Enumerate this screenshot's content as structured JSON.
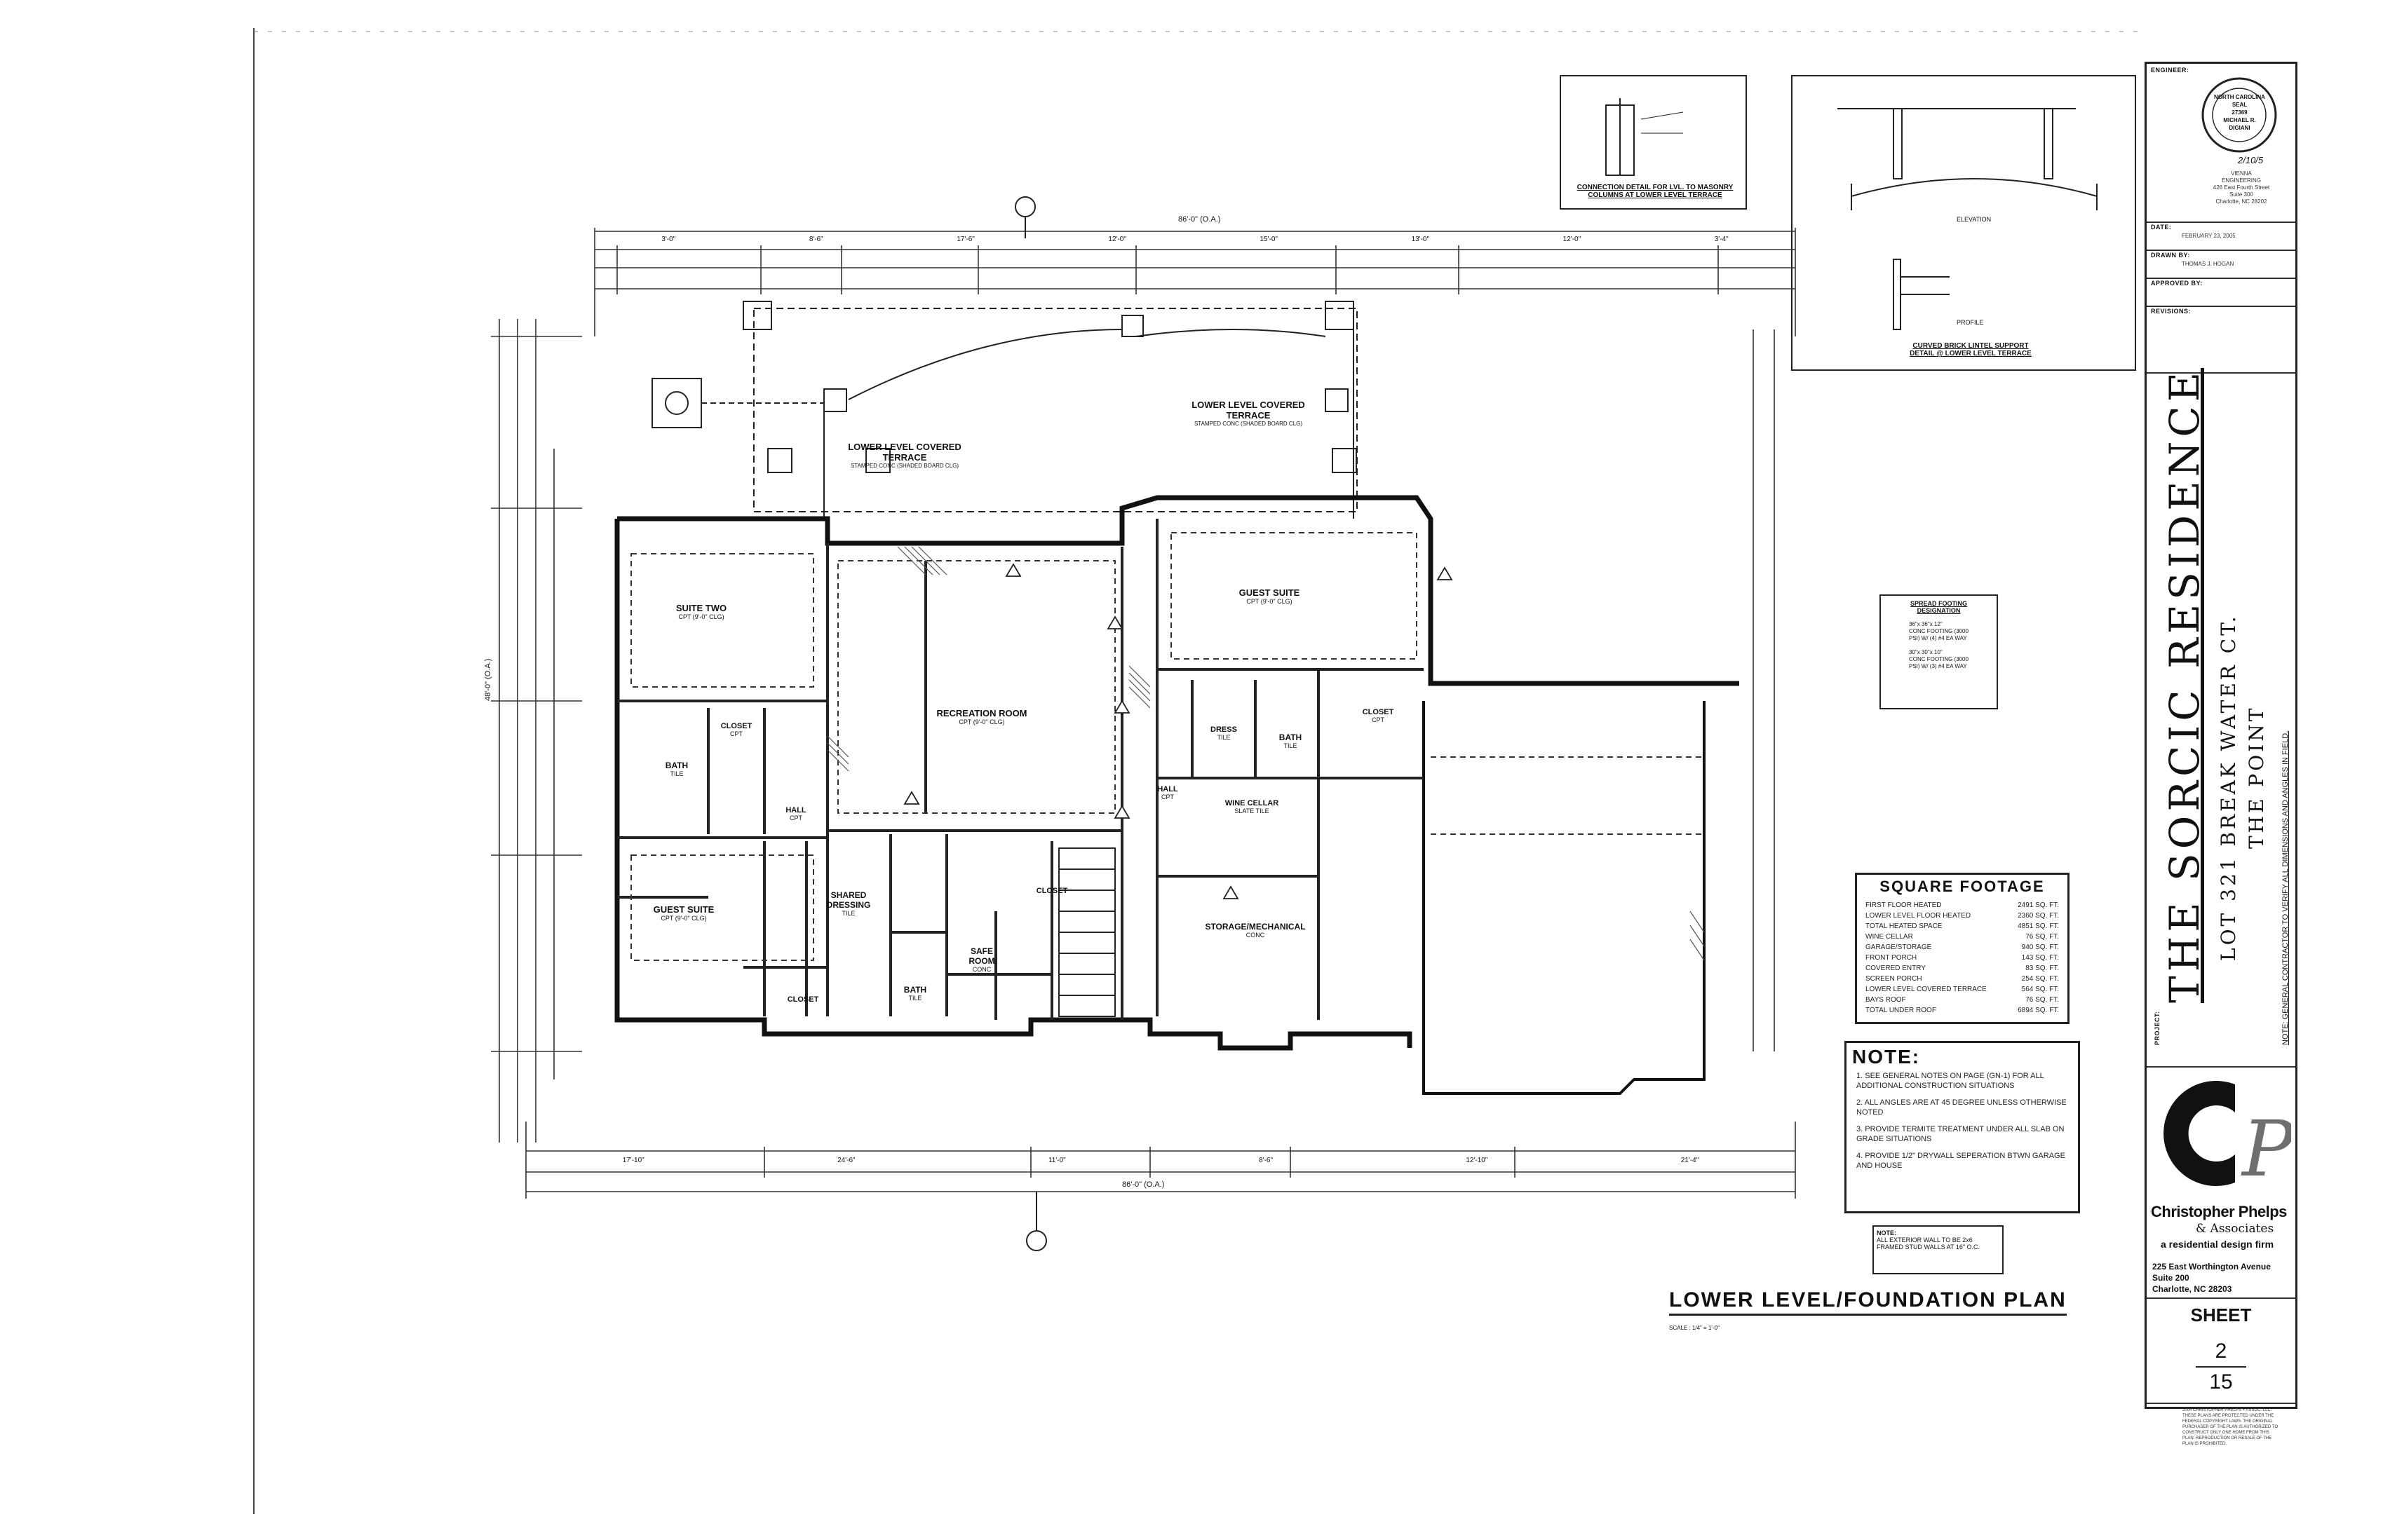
{
  "sheet_title": "LOWER LEVEL/FOUNDATION PLAN",
  "scale": "SCALE : 1/4\" = 1'-0\"",
  "project": {
    "label": "PROJECT:",
    "name": "THE SORCIC RESIDENCE",
    "lot": "LOT 321 BREAK WATER CT.",
    "subdivision": "THE POINT",
    "field_note": "NOTE: GENERAL CONTRACTOR TO VERIFY ALL DIMENSIONS AND ANGLES IN FIELD."
  },
  "title_block": {
    "engineer_label": "ENGINEER:",
    "seal_lines": [
      "NORTH CAROLINA",
      "SEAL",
      "27369",
      "MICHAEL R. DIGIANI"
    ],
    "seal_date": "2/10/5",
    "engineer_firm": [
      "VIENNA",
      "ENGINEERING",
      "426 East Fourth Street",
      "Suite 300",
      "Charlotte, NC 28202"
    ],
    "date_label": "DATE:",
    "date_value": "FEBRUARY 23, 2005",
    "drawn_by_label": "DRAWN BY:",
    "drawn_by_value": "THOMAS J. HOGAN",
    "approved_label": "APPROVED BY:",
    "revisions_label": "REVISIONS:",
    "firm_name": "Christopher Phelps",
    "firm_assoc": "& Associates",
    "firm_tagline": "a residential design firm",
    "firm_address": [
      "225 East Worthington Avenue",
      "Suite 200",
      "Charlotte, NC  28203"
    ],
    "sheet_label": "SHEET",
    "sheet_number": "2",
    "sheet_total": "15",
    "copyright": "2004 CHRISTOPHER PHELPS + ASSOC. LLC. THESE PLANS ARE PROTECTED UNDER THE FEDERAL COPYRIGHT LAWS. THE ORIGINAL PURCHASER OF THE PLAN IS AUTHORIZED TO CONSTRUCT ONLY ONE HOME FROM THIS PLAN. REPRODUCTION OR RESALE OF THE PLAN IS PROHIBITED."
  },
  "square_footage": {
    "title": "SQUARE FOOTAGE",
    "rows": [
      [
        "FIRST FLOOR HEATED",
        "2491 SQ. FT."
      ],
      [
        "LOWER LEVEL FLOOR HEATED",
        "2360 SQ. FT."
      ],
      [
        "TOTAL HEATED SPACE",
        "4851 SQ. FT."
      ],
      [
        "WINE CELLAR",
        "76 SQ. FT."
      ],
      [
        "GARAGE/STORAGE",
        "940 SQ. FT."
      ],
      [
        "FRONT PORCH",
        "143 SQ. FT."
      ],
      [
        "COVERED ENTRY",
        "83 SQ. FT."
      ],
      [
        "SCREEN PORCH",
        "254 SQ. FT."
      ],
      [
        "LOWER LEVEL COVERED TERRACE",
        "564 SQ. FT."
      ],
      [
        "BAYS ROOF",
        "76 SQ. FT."
      ],
      [
        "TOTAL UNDER ROOF",
        "6894 SQ. FT."
      ]
    ]
  },
  "notes": {
    "title": "NOTE:",
    "items": [
      "1. SEE GENERAL NOTES ON PAGE (GN-1) FOR ALL ADDITIONAL CONSTRUCTION SITUATIONS",
      "2. ALL ANGLES ARE AT 45 DEGREE UNLESS OTHERWISE NOTED",
      "3. PROVIDE TERMITE TREATMENT UNDER ALL SLAB ON GRADE SITUATIONS",
      "4. PROVIDE 1/2\" DRYWALL SEPERATION BTWN GARAGE AND HOUSE"
    ]
  },
  "exterior_note": [
    "NOTE:",
    "ALL EXTERIOR WALL TO BE 2x6",
    "FRAMED STUD WALLS AT 16\" O.C."
  ],
  "spread_footing": {
    "title": [
      "SPREAD FOOTING",
      "DESIGNATION"
    ],
    "a": [
      "36\"x 36\"x 12\"",
      "CONC FOOTING (3000",
      "PSI) W/ (4) #4 EA WAY"
    ],
    "b": [
      "30\"x 30\"x 10\"",
      "CONC FOOTING (3000",
      "PSI) W/ (3) #4 EA WAY"
    ]
  },
  "details": {
    "masonry": [
      "CONNECTION DETAIL FOR LVL. TO MASONRY",
      "COLUMNS AT LOWER LEVEL TERRACE"
    ],
    "lintel": [
      "CURVED BRICK LINTEL SUPPORT",
      "DETAIL @ LOWER LEVEL TERRACE"
    ],
    "lintel_elev": "ELEVATION",
    "lintel_profile": "PROFILE"
  },
  "rooms": [
    {
      "name": "SUITE TWO",
      "sub": "CPT (9'-0\" CLG)"
    },
    {
      "name": "RECREATION ROOM",
      "sub": "CPT (9'-0\" CLG)"
    },
    {
      "name": "GUEST SUITE",
      "sub": "CPT (9'-0\" CLG)"
    },
    {
      "name": "GUEST SUITE",
      "sub": "CPT (9'-0\" CLG)"
    },
    {
      "name": "BATH",
      "sub": "TILE"
    },
    {
      "name": "CLOSET",
      "sub": "CPT"
    },
    {
      "name": "HALL",
      "sub": "CPT"
    },
    {
      "name": "SHARED DRESSING",
      "sub": "TILE"
    },
    {
      "name": "BATH",
      "sub": "TILE"
    },
    {
      "name": "CLOSET",
      "sub": ""
    },
    {
      "name": "SAFE ROOM",
      "sub": "CONC"
    },
    {
      "name": "CLOSET",
      "sub": ""
    },
    {
      "name": "WINE CELLAR",
      "sub": "SLATE TILE"
    },
    {
      "name": "STORAGE/MECHANICAL",
      "sub": "CONC"
    },
    {
      "name": "BATH",
      "sub": "TILE"
    },
    {
      "name": "DRESS",
      "sub": "TILE"
    },
    {
      "name": "CLOSET",
      "sub": "CPT"
    },
    {
      "name": "HALL",
      "sub": "CPT"
    },
    {
      "name": "LOWER LEVEL COVERED TERRACE",
      "sub": "STAMPED CONC (SHADED BOARD CLG)"
    },
    {
      "name": "LOWER LEVEL COVERED TERRACE",
      "sub": "STAMPED CONC (SHADED BOARD CLG)"
    }
  ],
  "dimensions": {
    "overall_top": "86'-0\" (O.A.)",
    "overall_bottom": "86'-0\" (O.A.)",
    "overall_left": "48'-0\" (O.A.)",
    "top_segments": [
      "3'-0\"",
      "8'-6\"",
      "17'-6\"",
      "12'-0\"",
      "15'-0\"",
      "13'-0\"",
      "12'-0\"",
      "3'-4\""
    ],
    "bottom_segments": [
      "17'-10\"",
      "24'-6\"",
      "11'-0\"",
      "8'-6\"",
      "12'-10\"",
      "21'-4\""
    ]
  }
}
